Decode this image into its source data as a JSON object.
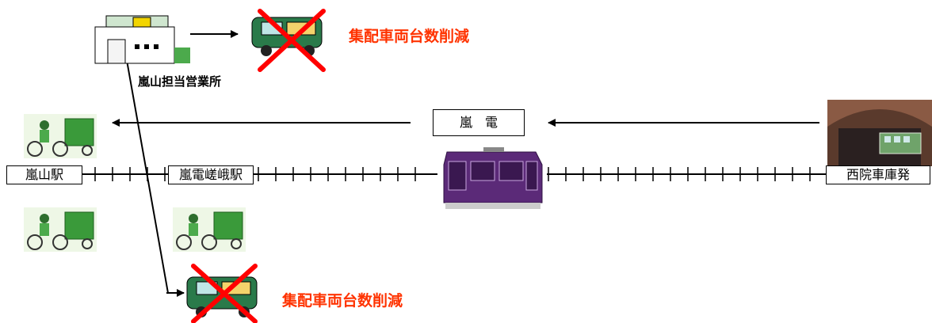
{
  "office": {
    "label": "嵐山担当営業所"
  },
  "reduction_label": "集配車両台数削減",
  "tram_label": "嵐　電",
  "stations": {
    "arashiyama": "嵐山駅",
    "saga": "嵐電嵯峨駅",
    "sai_depot": "西院車庫発"
  },
  "colors": {
    "accent": "#ff3300",
    "van_green": "#2a7a4a",
    "cart_green": "#3a9a3a",
    "tram_purple": "#5b2a78"
  }
}
